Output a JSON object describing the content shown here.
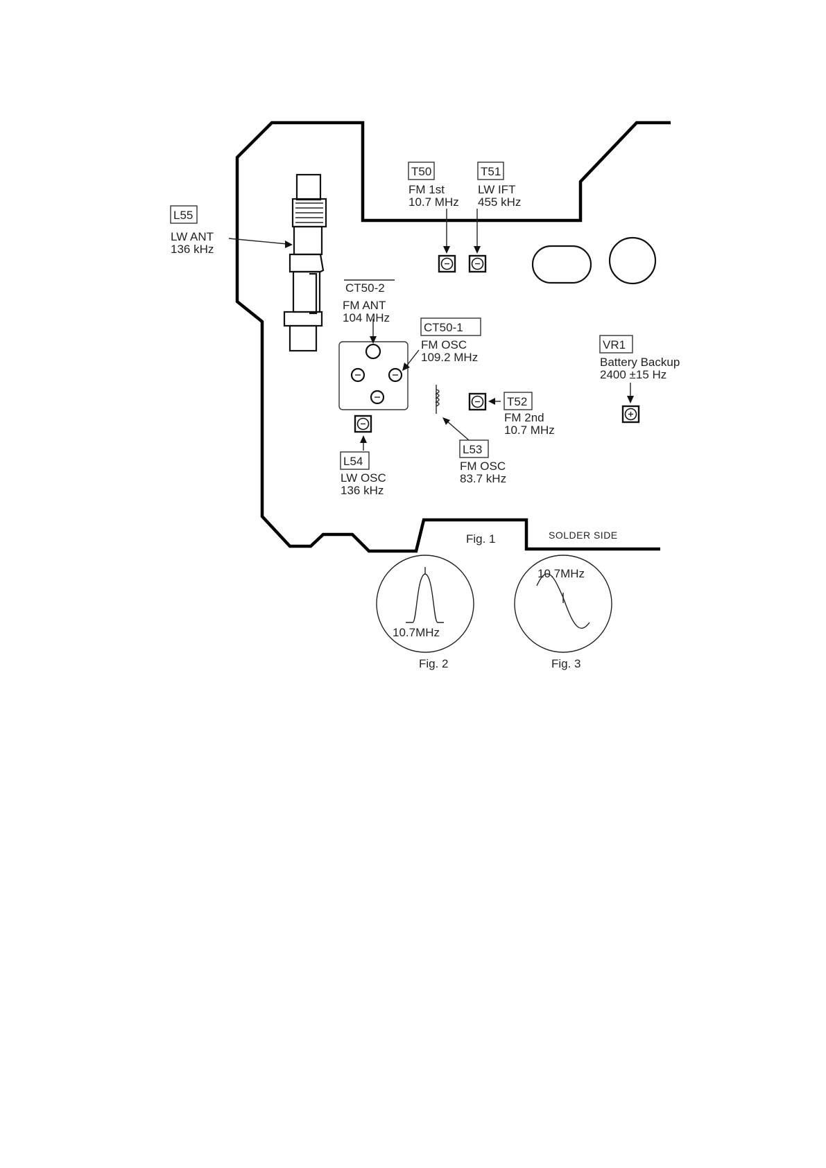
{
  "labels": {
    "l55": {
      "ref": "L55",
      "line1": "LW ANT",
      "line2": "136 kHz"
    },
    "t50": {
      "ref": "T50",
      "line1": "FM 1st",
      "line2": "10.7 MHz"
    },
    "t51": {
      "ref": "T51",
      "line1": "LW IFT",
      "line2": "455 kHz"
    },
    "ct502": {
      "ref": "CT50-2",
      "line1": "FM ANT",
      "line2": "104 MHz"
    },
    "ct501": {
      "ref": "CT50-1",
      "line1": "FM OSC",
      "line2": "109.2 MHz"
    },
    "t52": {
      "ref": "T52",
      "line1": "FM 2nd",
      "line2": "10.7 MHz"
    },
    "l53": {
      "ref": "L53",
      "line1": "FM OSC",
      "line2": "83.7 kHz"
    },
    "l54": {
      "ref": "L54",
      "line1": "LW OSC",
      "line2": "136 kHz"
    },
    "vr1": {
      "ref": "VR1",
      "line1": "Battery Backup",
      "line2": "2400 ±15 Hz"
    }
  },
  "figures": {
    "fig1": "Fig. 1",
    "solder_side": "SOLDER SIDE",
    "fig2": {
      "caption": "Fig. 2",
      "scope_label": "10.7MHz"
    },
    "fig3": {
      "caption": "Fig. 3",
      "scope_label": "10.7MHz"
    }
  }
}
